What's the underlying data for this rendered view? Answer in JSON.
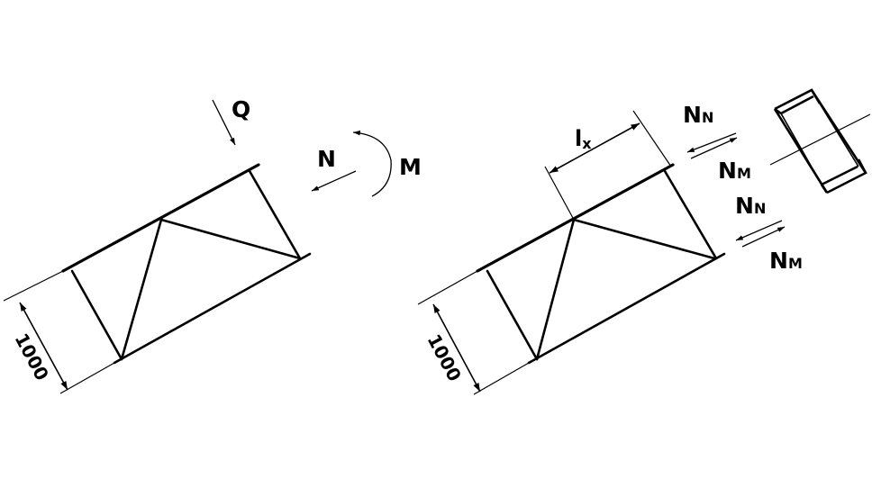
{
  "labels": {
    "shear": "Q",
    "normal": "N",
    "moment": "M",
    "dimension": "1000",
    "length_main": "l",
    "length_sub": "x",
    "nn_main": "N",
    "nn_sub": "N",
    "nm_main": "N",
    "nm_sub": "M"
  },
  "colors": {
    "line": "#000000",
    "background": "#ffffff"
  }
}
